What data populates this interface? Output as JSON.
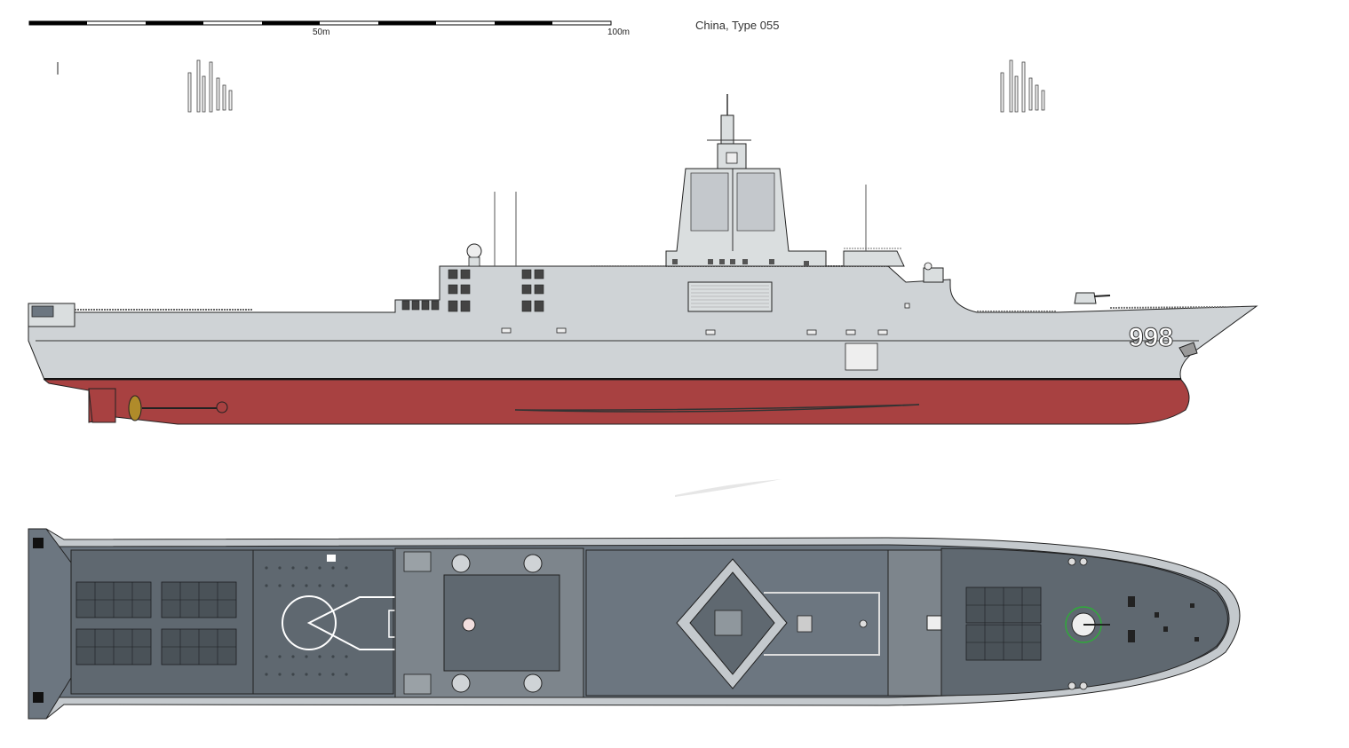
{
  "title": "China, Type 055",
  "scale": {
    "mid_label": "50m",
    "end_label": "100m"
  },
  "hull_number": "998",
  "colors": {
    "hull_grey": "#cfd3d6",
    "superstructure": "#dadedf",
    "antifouling_red": "#a84141",
    "deck_dark": "#5f6870",
    "deck_mid": "#6c7680",
    "outline": "#222222",
    "hull_number": "#ffffff"
  }
}
